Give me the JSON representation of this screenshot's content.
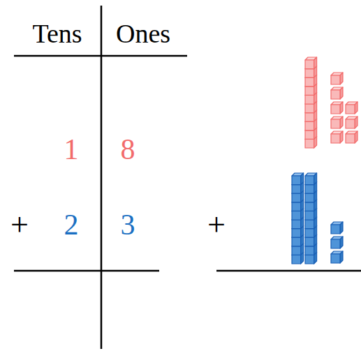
{
  "diagram": {
    "labels": [
      "Tens",
      "Ones",
      "1",
      "8",
      "+",
      "2",
      "3",
      "+"
    ]
  }
}
